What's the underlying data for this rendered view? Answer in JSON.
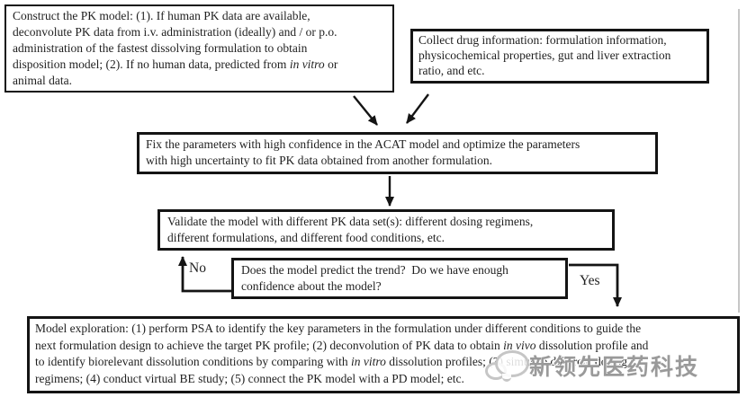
{
  "diagram": {
    "boxes": {
      "construct": {
        "lines": [
          [
            {
              "t": "Construct the PK model: (1). If human PK data are available,"
            }
          ],
          [
            {
              "t": "deconvolute PK data from i.v. administration (ideally) and / or p.o."
            }
          ],
          [
            {
              "t": "administration of the fastest dissolving formulation to obtain"
            }
          ],
          [
            {
              "t": "disposition model; (2). If no human data, predicted from "
            },
            {
              "t": "in vitro",
              "i": true
            },
            {
              "t": " or"
            }
          ],
          [
            {
              "t": "animal data."
            }
          ]
        ]
      },
      "collect": {
        "lines": [
          [
            {
              "t": "Collect drug information: formulation information,"
            }
          ],
          [
            {
              "t": "physicochemical properties, gut and liver extraction"
            }
          ],
          [
            {
              "t": "ratio, and etc."
            }
          ]
        ]
      },
      "fix": {
        "lines": [
          [
            {
              "t": "Fix the parameters with high confidence in the ACAT model and optimize the parameters"
            }
          ],
          [
            {
              "t": "with high uncertainty to fit PK data obtained from another formulation."
            }
          ]
        ]
      },
      "validate": {
        "lines": [
          [
            {
              "t": "Validate the model with different PK data set(s): different dosing regimens,"
            }
          ],
          [
            {
              "t": "different formulations, and different food conditions, etc."
            }
          ]
        ]
      },
      "decision": {
        "lines": [
          [
            {
              "t": "Does the model predict the trend?  Do we have enough"
            }
          ],
          [
            {
              "t": "confidence about the model?"
            }
          ]
        ]
      },
      "explore": {
        "lines": [
          [
            {
              "t": "Model exploration: (1) perform PSA to identify the key parameters in the formulation under different conditions to guide the"
            }
          ],
          [
            {
              "t": "next formulation design to achieve the target PK profile; (2) deconvolution of PK data to obtain "
            },
            {
              "t": "in vivo",
              "i": true
            },
            {
              "t": " dissolution profile and"
            }
          ],
          [
            {
              "t": "to identify biorelevant dissolution conditions by comparing with "
            },
            {
              "t": "in vitro",
              "i": true
            },
            {
              "t": " dissolution profiles; (3) simulate different dosing"
            }
          ],
          [
            {
              "t": "regimens; (4) conduct virtual BE study; (5) connect the PK model with a PD model; etc."
            }
          ]
        ]
      }
    },
    "labels": {
      "no": "No",
      "yes": "Yes"
    },
    "watermark": {
      "text": "新领先医药科技",
      "logo": "speech-bubbles-icon"
    },
    "colors": {
      "box_border": "#141414",
      "text": "#1f1f1f",
      "arrow": "#141414",
      "watermark_text": "#9a9a9a",
      "divider_line": "#b3b3b3",
      "background": "#ffffff"
    }
  }
}
